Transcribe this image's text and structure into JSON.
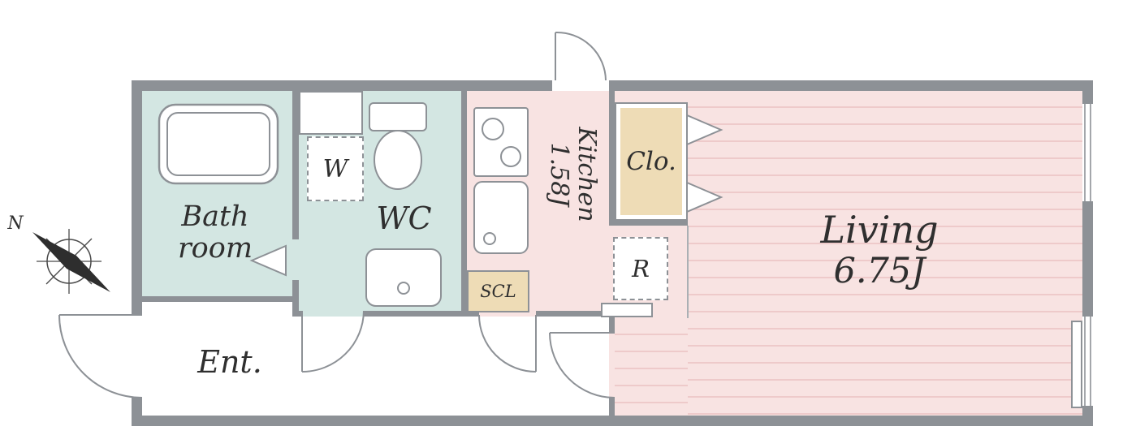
{
  "floorplan": {
    "compass": {
      "label": "N"
    },
    "rooms": {
      "bath": {
        "label_line1": "Bath",
        "label_line2": "room"
      },
      "washer": {
        "label": "W"
      },
      "wc": {
        "label": "WC"
      },
      "kitchen": {
        "name": "Kitchen",
        "area": "1.58J"
      },
      "shoe_closet": {
        "label": "SCL"
      },
      "closet": {
        "label": "Clo."
      },
      "refrigerator": {
        "label": "R"
      },
      "living": {
        "name": "Living",
        "area": "6.75J"
      },
      "entrance": {
        "label": "Ent."
      }
    },
    "colors": {
      "wall": "#8d9196",
      "wet_area_floor": "#d3e6e2",
      "main_floor": "#f8e3e2",
      "floor_line": "#eecaca",
      "storage_fill": "#eedcb6"
    }
  }
}
